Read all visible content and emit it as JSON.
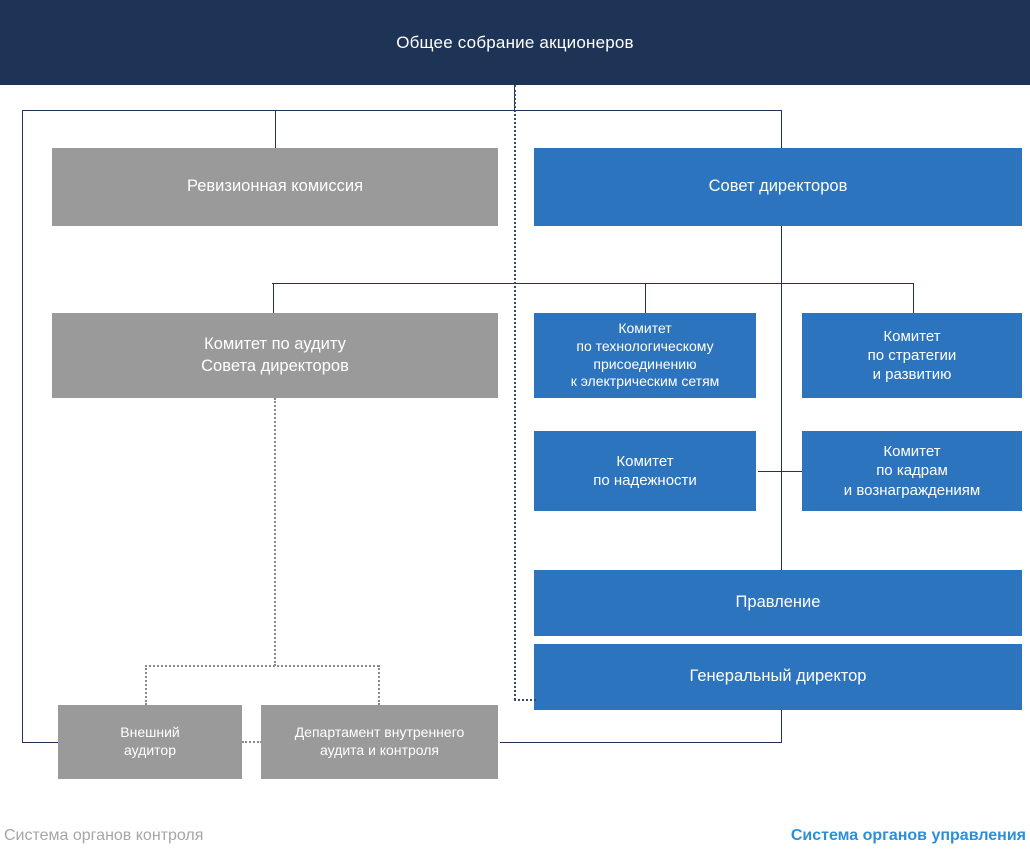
{
  "header": {
    "title": "Общее собрание акционеров",
    "bg_color": "#1e3456"
  },
  "colors": {
    "control_gray": "#9a9a9a",
    "management_blue": "#2d74bf",
    "header_navy": "#1e3456",
    "legend_gray": "#a6a6a6",
    "legend_blue": "#2d8fd8",
    "connector_navy": "#1e3456",
    "connector_dotted": "#3b4a63"
  },
  "chart_data": {
    "type": "diagram",
    "title": "Общее собрание акционеров",
    "nodes": [
      {
        "id": "gsa",
        "label": "Общее собрание акционеров",
        "system": "both",
        "color": "#1e3456"
      },
      {
        "id": "revcom",
        "label": "Ревизионная комиссия",
        "system": "control",
        "color": "#9a9a9a"
      },
      {
        "id": "board",
        "label": "Совет директоров",
        "system": "management",
        "color": "#2d74bf"
      },
      {
        "id": "auditcom",
        "label": "Комитет по аудиту\nСовета директоров",
        "system": "control",
        "color": "#9a9a9a"
      },
      {
        "id": "techcom",
        "label": "Комитет\nпо технологическому\nприсоединению\nк электрическим сетям",
        "system": "management",
        "color": "#2d74bf"
      },
      {
        "id": "stratcom",
        "label": "Комитет\nпо стратегии\nи развитию",
        "system": "management",
        "color": "#2d74bf"
      },
      {
        "id": "relcom",
        "label": "Комитет\nпо надежности",
        "system": "management",
        "color": "#2d74bf"
      },
      {
        "id": "hrcom",
        "label": "Комитет\nпо кадрам\nи вознаграждениям",
        "system": "management",
        "color": "#2d74bf"
      },
      {
        "id": "mgmtboard",
        "label": "Правление",
        "system": "management",
        "color": "#2d74bf"
      },
      {
        "id": "ceo",
        "label": "Генеральный директор",
        "system": "management",
        "color": "#2d74bf"
      },
      {
        "id": "extaudit",
        "label": "Внешний\nаудитор",
        "system": "control",
        "color": "#9a9a9a"
      },
      {
        "id": "intaudit",
        "label": "Департамент внутреннего\nаудита и контроля",
        "system": "control",
        "color": "#9a9a9a"
      }
    ],
    "edges": [
      {
        "from": "gsa",
        "to": "revcom",
        "style": "solid"
      },
      {
        "from": "gsa",
        "to": "board",
        "style": "solid"
      },
      {
        "from": "gsa",
        "to": "extaudit",
        "style": "solid"
      },
      {
        "from": "gsa",
        "to": "ceo",
        "style": "solid"
      },
      {
        "from": "board",
        "to": "auditcom",
        "style": "solid"
      },
      {
        "from": "board",
        "to": "techcom",
        "style": "solid"
      },
      {
        "from": "board",
        "to": "stratcom",
        "style": "solid"
      },
      {
        "from": "board",
        "to": "relcom",
        "style": "solid"
      },
      {
        "from": "board",
        "to": "hrcom",
        "style": "solid"
      },
      {
        "from": "board",
        "to": "mgmtboard",
        "style": "solid"
      },
      {
        "from": "auditcom",
        "to": "extaudit",
        "style": "dotted"
      },
      {
        "from": "auditcom",
        "to": "intaudit",
        "style": "dotted"
      },
      {
        "from": "extaudit",
        "to": "intaudit",
        "style": "dotted"
      }
    ]
  },
  "nodes": {
    "gsa": {
      "label": "Общее собрание акционеров"
    },
    "revcom": {
      "label": "Ревизионная комиссия"
    },
    "board": {
      "label": "Совет директоров"
    },
    "auditcom": {
      "label": "Комитет по аудиту\nСовета директоров"
    },
    "techcom": {
      "label": "Комитет\nпо технологическому\nприсоединению\nк электрическим сетям"
    },
    "stratcom": {
      "label": "Комитет\nпо стратегии\nи развитию"
    },
    "relcom": {
      "label": "Комитет\nпо надежности"
    },
    "hrcom": {
      "label": "Комитет\nпо кадрам\nи вознаграждениям"
    },
    "mgmtboard": {
      "label": "Правление"
    },
    "ceo": {
      "label": "Генеральный директор"
    },
    "extaudit": {
      "label": "Внешний\nаудитор"
    },
    "intaudit": {
      "label": "Департамент внутреннего\nаудита и контроля"
    }
  },
  "legend": {
    "left": "Система органов контроля",
    "right": "Система органов управления"
  }
}
